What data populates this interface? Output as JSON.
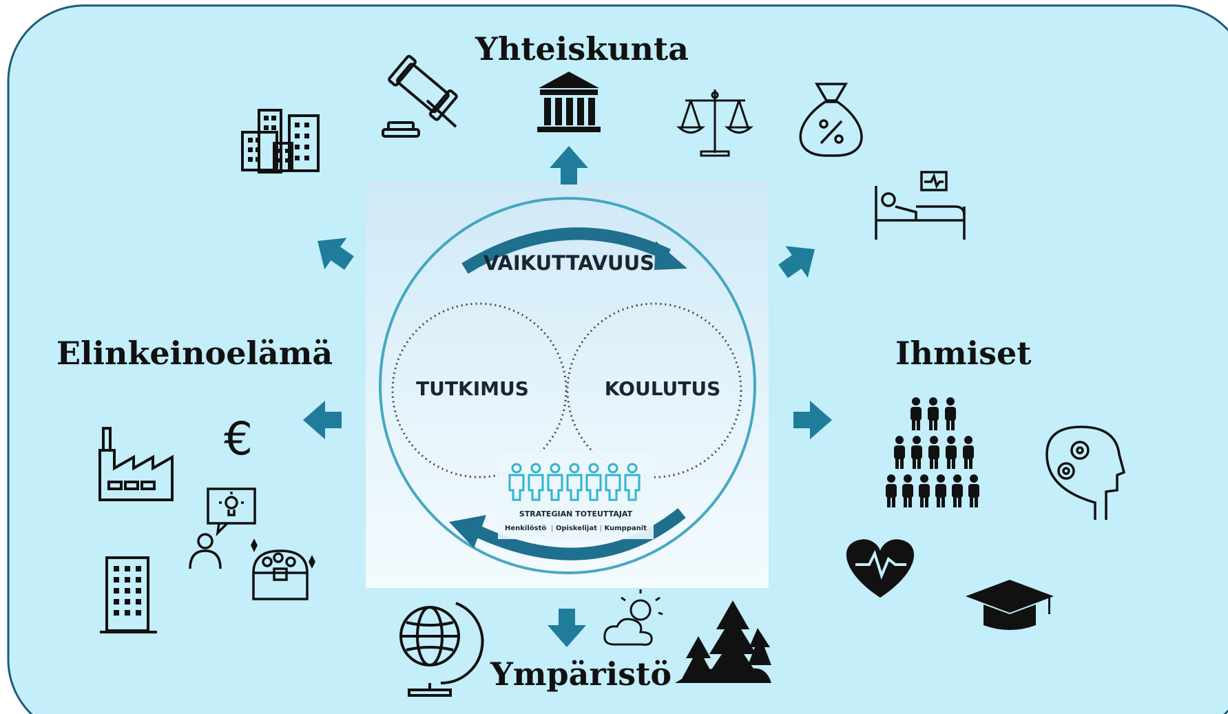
{
  "diagram": {
    "colors": {
      "background": "#c3eefa",
      "border": "#1e5a76",
      "arrow": "#1f7c9a",
      "icon": "#111111"
    },
    "outer_labels": {
      "top": "Yhteiskunta",
      "left": "Elinkeinoelämä",
      "right": "Ihmiset",
      "bottom": "Ympäristö"
    },
    "center": {
      "top_label": "VAIKUTTAVUUS",
      "left_circle": "TUTKIMUS",
      "right_circle": "KOULUTUS",
      "people_caption": "STRATEGIAN TOTEUTTAJAT",
      "people_sub": [
        "Henkilöstö",
        "Opiskelijat",
        "Kumppanit"
      ]
    },
    "icons": {
      "society": [
        "buildings-icon",
        "gavel-icon",
        "bank-icon",
        "scales-icon",
        "money-bag-percent-icon",
        "hospital-bed-icon"
      ],
      "business": [
        "factory-icon",
        "euro-icon",
        "idea-person-icon",
        "treasure-chest-icon",
        "office-tower-icon"
      ],
      "people": [
        "people-pyramid-icon",
        "head-gears-icon",
        "heart-pulse-icon",
        "graduation-cap-icon"
      ],
      "environment": [
        "globe-icon",
        "sun-cloud-icon",
        "forest-icon"
      ]
    }
  }
}
